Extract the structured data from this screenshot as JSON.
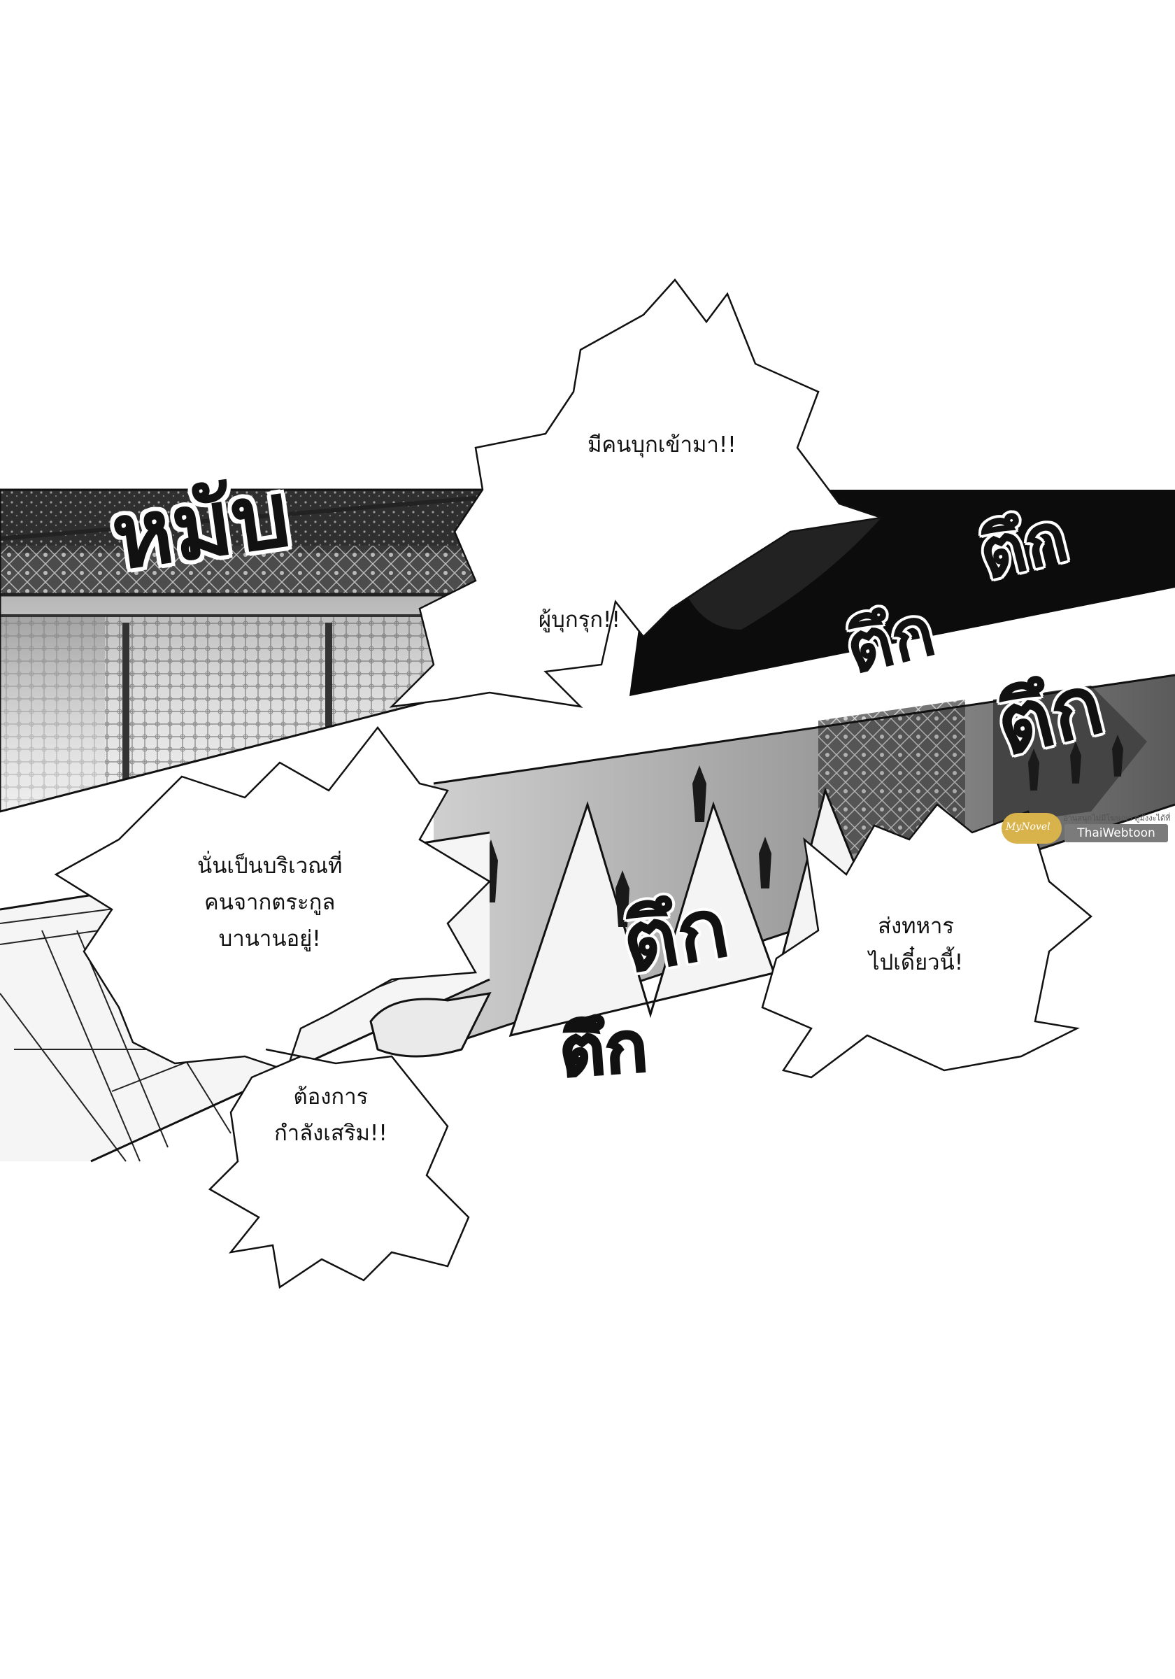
{
  "dialogue": [
    {
      "id": "intruders-coming",
      "lines": [
        "มีคนบุกเข้ามา!!"
      ]
    },
    {
      "id": "intruders",
      "lines": [
        "ผู้บุกรุก!!"
      ]
    },
    {
      "id": "banan-area",
      "lines": [
        "นั่นเป็นบริเวณที่",
        "คนจากตระกูล",
        "บานานอยู่!"
      ]
    },
    {
      "id": "need-backup",
      "lines": [
        "ต้องการ",
        "กำลังเสริม!!"
      ]
    },
    {
      "id": "send-soldiers",
      "lines": [
        "ส่งทหาร",
        "ไปเดี๋ยวนี้!"
      ]
    }
  ],
  "sfx": {
    "thud": "หมับ",
    "footstep": "ตึก"
  },
  "watermark": {
    "logo_text": "MyNovel",
    "small_text": "อ่านสนุกไม่มีโฆษณา ดูมังงะได้ที่",
    "site": "ThaiWebtoon"
  },
  "colors": {
    "ink": "#111111",
    "paper": "#ffffff",
    "watermark_gold": "#d8b24a"
  }
}
